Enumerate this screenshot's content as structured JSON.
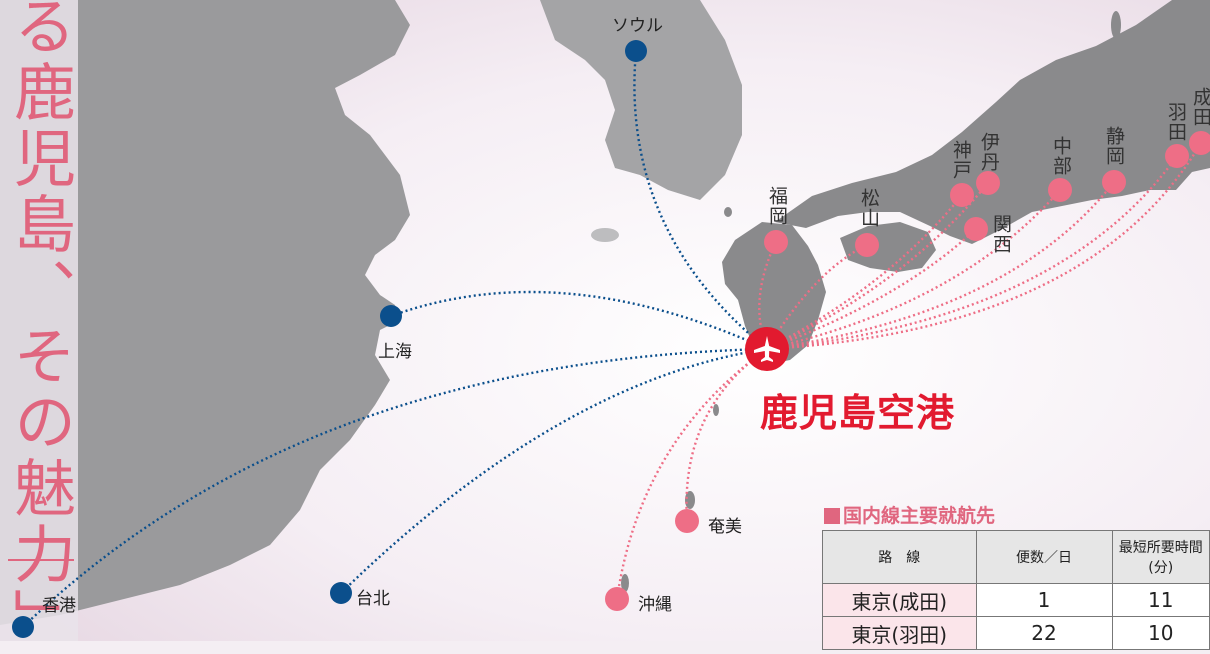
{
  "vertical_title": "る鹿児島、その魅力」",
  "airport": {
    "name": "鹿児島空港",
    "icon": "airplane-icon"
  },
  "international": [
    {
      "id": "seoul",
      "name": "ソウル"
    },
    {
      "id": "shanghai",
      "name": "上海"
    },
    {
      "id": "hongkong",
      "name": "香港"
    },
    {
      "id": "taipei",
      "name": "台北"
    }
  ],
  "domestic": [
    {
      "id": "fukuoka",
      "name": "福岡"
    },
    {
      "id": "matsuyama",
      "name": "松山"
    },
    {
      "id": "kobe",
      "name": "神戸"
    },
    {
      "id": "itami",
      "name": "伊丹"
    },
    {
      "id": "kansai",
      "name": "関西"
    },
    {
      "id": "chubu",
      "name": "中部"
    },
    {
      "id": "shizuoka",
      "name": "静岡"
    },
    {
      "id": "haneda",
      "name": "羽田"
    },
    {
      "id": "narita",
      "name": "成田"
    },
    {
      "id": "amami",
      "name": "奄美"
    },
    {
      "id": "okinawa",
      "name": "沖縄"
    }
  ],
  "table": {
    "title": "国内線主要就航先",
    "headers": [
      "路　線",
      "便数／日",
      "最短所要時間(分)"
    ],
    "rows": [
      {
        "route": "東京(成田)",
        "flights": "1",
        "time": "11"
      },
      {
        "route": "東京(羽田)",
        "flights": "22",
        "time": "10"
      }
    ]
  },
  "colors": {
    "international": "#0b4f8c",
    "domestic": "#ee6e86",
    "airport": "#e21a2f",
    "land": "#8b8b8d"
  }
}
